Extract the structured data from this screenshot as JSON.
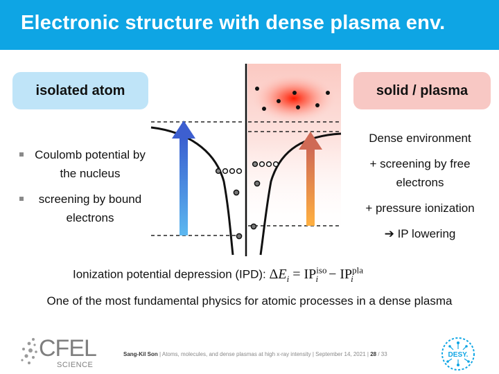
{
  "title": "Electronic structure with dense plasma env.",
  "left_label": "isolated atom",
  "right_label": "solid / plasma",
  "left_bullets": [
    "Coulomb potential by the nucleus",
    "screening by bound electrons"
  ],
  "right_items": {
    "heading": "Dense environment",
    "item1": "+ screening by free electrons",
    "item2": "+ pressure ionization",
    "item3": "➔ IP lowering"
  },
  "ipd_label": "Ionization potential depression (IPD):",
  "ipd_formula": {
    "delta": "Δ",
    "E": "E",
    "sub_i": "i",
    "eq": " = ",
    "IP": "IP",
    "sup_iso": "iso",
    "minus": " − ",
    "sup_pla": "pla"
  },
  "summary": "One of the most fundamental physics for atomic processes in a dense plasma",
  "footer": {
    "author": "Sang-Kil Son",
    "rest": " | Atoms, molecules, and dense plasmas at high x-ray intensity | September 14, 2021 | ",
    "page": "28",
    "total": " / 33"
  },
  "logos": {
    "cfel_main": "CFEL",
    "cfel_sub": "SCIENCE",
    "desy": "DESY."
  },
  "colors": {
    "title_bar": "#0ea5e4",
    "left_pill": "#bfe4f8",
    "right_pill": "#f8c8c4",
    "blue_arrow": "#3d6fd6",
    "orange_arrow": "#e07a4a",
    "desy_blue": "#0ea5e4"
  }
}
